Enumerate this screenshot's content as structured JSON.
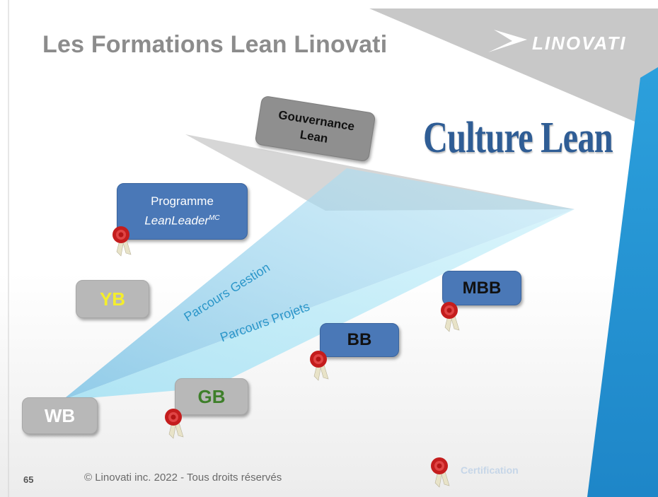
{
  "slide": {
    "title": "Les Formations Lean Linovati",
    "logo_text": "LINOVATI",
    "culture_heading": "Culture Lean",
    "boxes": {
      "gouvernance": {
        "line1": "Gouvernance",
        "line2": "Lean"
      },
      "programme": {
        "line1": "Programme",
        "line2": "LeanLeader",
        "superscript": "MC"
      },
      "wb": "WB",
      "yb": "YB",
      "gb": "GB",
      "bb": "BB",
      "mbb": "MBB"
    },
    "paths": {
      "gestion": "Parcours Gestion",
      "projets": "Parcours Projets"
    },
    "footer": {
      "page_number": "65",
      "copyright": "© Linovati inc. 2022 - Tous droits réservés",
      "legend_label": "Certification",
      "legend_icon": "certification-seal-icon"
    },
    "colors": {
      "title_gray": "#8c8c8c",
      "culture_blue": "#2f5d95",
      "box_blue": "#4a78b7",
      "accent_blue": "#2a95d5",
      "yb_yellow": "#f4ee2c",
      "gb_green": "#3e7f2a"
    }
  }
}
